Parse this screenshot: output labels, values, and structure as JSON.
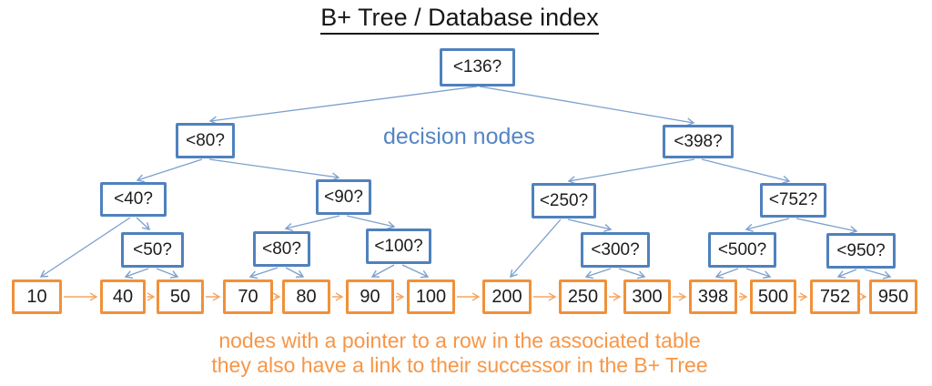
{
  "title": "B+ Tree / Database index",
  "captions": {
    "decision_nodes_label": "decision nodes",
    "leaf_note_line1": "nodes with a pointer to a row in the associated table",
    "leaf_note_line2": "they also have a link to their successor in the B+ Tree"
  },
  "colors": {
    "decision_node_border": "#4f81bd",
    "decision_edge": "#7da0ce",
    "decision_caption": "#5585c5",
    "leaf_node_border": "#f0913a",
    "leaf_edge": "#f6a55f",
    "leaf_note_text": "#f79646",
    "node_text": "#1c1c1c",
    "title_text": "#161616"
  },
  "decision_nodes": [
    {
      "label": "<136?",
      "level": 1
    },
    {
      "label": "<80?",
      "level": 2
    },
    {
      "label": "<398?",
      "level": 2
    },
    {
      "label": "<40?",
      "level": 3
    },
    {
      "label": "<90?",
      "level": 3
    },
    {
      "label": "<250?",
      "level": 3
    },
    {
      "label": "<752?",
      "level": 3
    },
    {
      "label": "<50?",
      "level": 4
    },
    {
      "label": "<80?",
      "level": 4
    },
    {
      "label": "<100?",
      "level": 4
    },
    {
      "label": "<300?",
      "level": 4
    },
    {
      "label": "<500?",
      "level": 4
    },
    {
      "label": "<950?",
      "level": 4
    }
  ],
  "leaf_nodes": [
    {
      "label": "10"
    },
    {
      "label": "40"
    },
    {
      "label": "50"
    },
    {
      "label": "70"
    },
    {
      "label": "80"
    },
    {
      "label": "90"
    },
    {
      "label": "100"
    },
    {
      "label": "200"
    },
    {
      "label": "250"
    },
    {
      "label": "300"
    },
    {
      "label": "398"
    },
    {
      "label": "500"
    },
    {
      "label": "752"
    },
    {
      "label": "950"
    }
  ],
  "tree_edges": [
    {
      "from": "<136?",
      "to": "<80? (level 2)"
    },
    {
      "from": "<136?",
      "to": "<398?"
    },
    {
      "from": "<80? (level 2)",
      "to": "<40?"
    },
    {
      "from": "<80? (level 2)",
      "to": "<90?"
    },
    {
      "from": "<398?",
      "to": "<250?"
    },
    {
      "from": "<398?",
      "to": "<752?"
    },
    {
      "from": "<40?",
      "to": "leaf 10"
    },
    {
      "from": "<40?",
      "to": "<50?"
    },
    {
      "from": "<90?",
      "to": "<80? (level 4)"
    },
    {
      "from": "<90?",
      "to": "<100?"
    },
    {
      "from": "<250?",
      "to": "leaf 200"
    },
    {
      "from": "<250?",
      "to": "<300?"
    },
    {
      "from": "<752?",
      "to": "<500?"
    },
    {
      "from": "<752?",
      "to": "<950?"
    },
    {
      "from": "<50?",
      "to": "leaf 40"
    },
    {
      "from": "<50?",
      "to": "leaf 50"
    },
    {
      "from": "<80? (level 4)",
      "to": "leaf 70"
    },
    {
      "from": "<80? (level 4)",
      "to": "leaf 80"
    },
    {
      "from": "<100?",
      "to": "leaf 90"
    },
    {
      "from": "<100?",
      "to": "leaf 100"
    },
    {
      "from": "<300?",
      "to": "leaf 250"
    },
    {
      "from": "<300?",
      "to": "leaf 300"
    },
    {
      "from": "<500?",
      "to": "leaf 398"
    },
    {
      "from": "<500?",
      "to": "leaf 500"
    },
    {
      "from": "<950?",
      "to": "leaf 752"
    },
    {
      "from": "<950?",
      "to": "leaf 950"
    }
  ],
  "successor_chain": [
    "10",
    "40",
    "50",
    "70",
    "80",
    "90",
    "100",
    "200",
    "250",
    "300",
    "398",
    "500",
    "752",
    "950"
  ]
}
